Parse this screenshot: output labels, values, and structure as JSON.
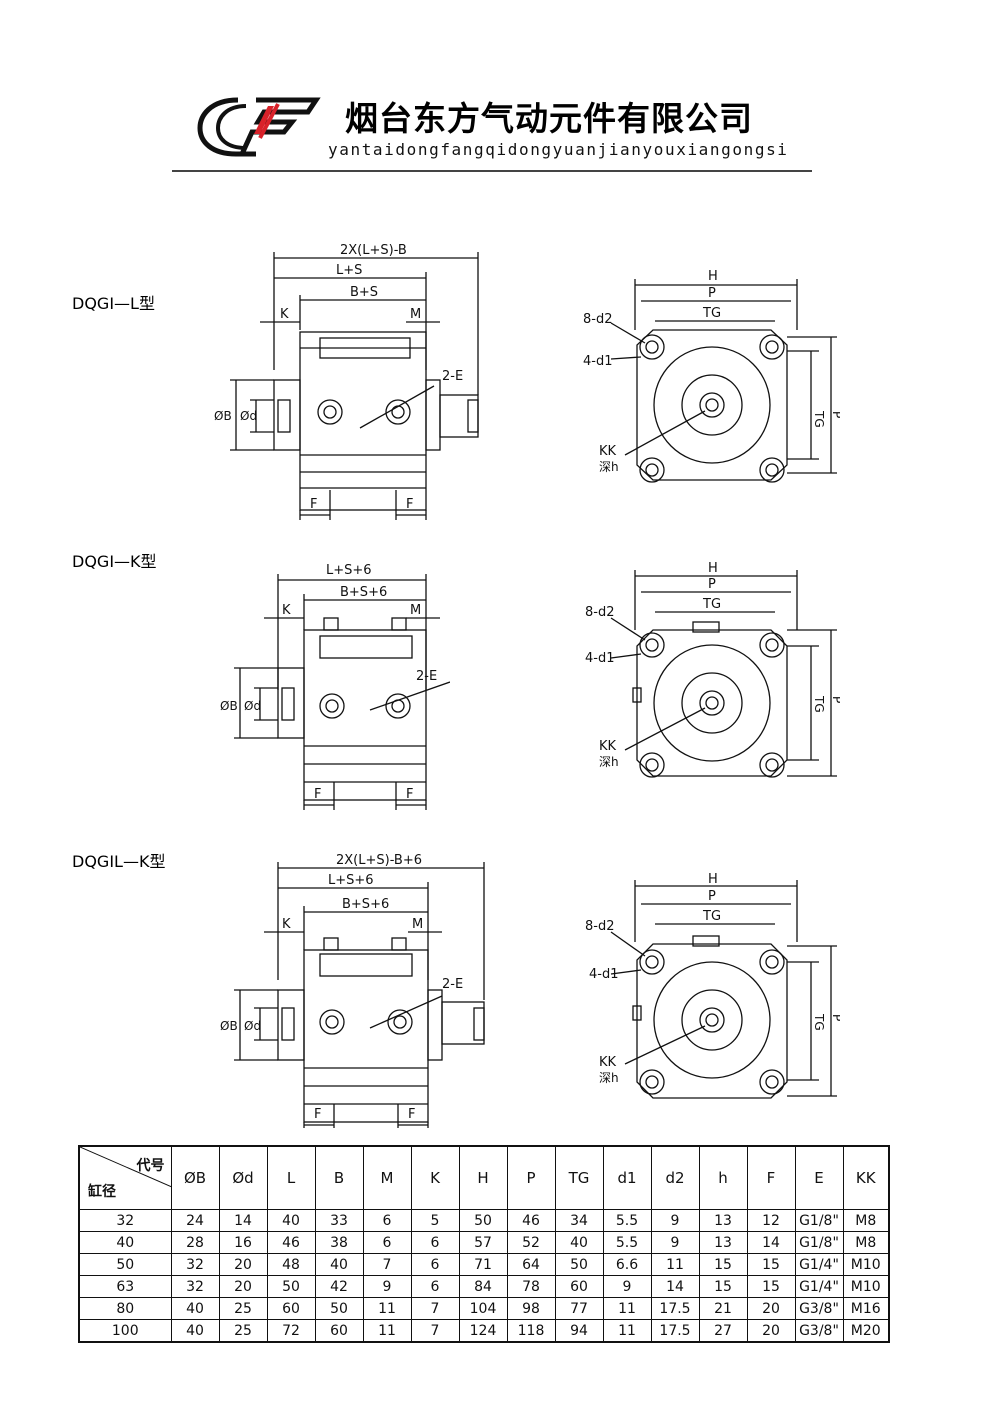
{
  "header": {
    "company_name": "烟台东方气动元件有限公司",
    "company_pinyin": "yantaidongfangqidongyuanjianyouxiangongsi",
    "colors": {
      "logo_red": "#d9222a",
      "line": "#444444"
    }
  },
  "models": [
    {
      "name": "DQGI—L型",
      "side_labels": {
        "overall": "2X(L+S)-B",
        "ls": "L+S",
        "bs": "B+S",
        "k": "K",
        "m": "M",
        "e": "2-E",
        "b": "ØB",
        "d": "Ød",
        "f1": "F",
        "f2": "F"
      },
      "end_labels": {
        "h": "H",
        "p": "P",
        "tg": "TG",
        "d2": "8-d2",
        "d1": "4-d1",
        "kk": "KK",
        "depth": "深h",
        "tg_v": "TG",
        "p_v": "P"
      }
    },
    {
      "name": "DQGI—K型",
      "side_labels": {
        "overall": "",
        "ls": "L+S+6",
        "bs": "B+S+6",
        "k": "K",
        "m": "M",
        "e": "2-E",
        "b": "ØB",
        "d": "Ød",
        "f1": "F",
        "f2": "F"
      },
      "end_labels": {
        "h": "H",
        "p": "P",
        "tg": "TG",
        "d2": "8-d2",
        "d1": "4-d1",
        "kk": "KK",
        "depth": "深h",
        "tg_v": "TG",
        "p_v": "P"
      }
    },
    {
      "name": "DQGIL—K型",
      "side_labels": {
        "overall": "2X(L+S)-B+6",
        "ls": "L+S+6",
        "bs": "B+S+6",
        "k": "K",
        "m": "M",
        "e": "2-E",
        "b": "ØB",
        "d": "Ød",
        "f1": "F",
        "f2": "F"
      },
      "end_labels": {
        "h": "H",
        "p": "P",
        "tg": "TG",
        "d2": "8-d2",
        "d1": "4-d1",
        "kk": "KK",
        "depth": "深h",
        "tg_v": "TG",
        "p_v": "P"
      }
    }
  ],
  "table": {
    "corner_top": "代号",
    "corner_bottom": "缸径",
    "columns": [
      "ØB",
      "Ød",
      "L",
      "B",
      "M",
      "K",
      "H",
      "P",
      "TG",
      "d1",
      "d2",
      "h",
      "F",
      "E",
      "KK"
    ],
    "rows": [
      [
        "32",
        "24",
        "14",
        "40",
        "33",
        "6",
        "5",
        "50",
        "46",
        "34",
        "5.5",
        "9",
        "13",
        "12",
        "G1/8\"",
        "M8"
      ],
      [
        "40",
        "28",
        "16",
        "46",
        "38",
        "6",
        "6",
        "57",
        "52",
        "40",
        "5.5",
        "9",
        "13",
        "14",
        "G1/8\"",
        "M8"
      ],
      [
        "50",
        "32",
        "20",
        "48",
        "40",
        "7",
        "6",
        "71",
        "64",
        "50",
        "6.6",
        "11",
        "15",
        "15",
        "G1/4\"",
        "M10"
      ],
      [
        "63",
        "32",
        "20",
        "50",
        "42",
        "9",
        "6",
        "84",
        "78",
        "60",
        "9",
        "14",
        "15",
        "15",
        "G1/4\"",
        "M10"
      ],
      [
        "80",
        "40",
        "25",
        "60",
        "50",
        "11",
        "7",
        "104",
        "98",
        "77",
        "11",
        "17.5",
        "21",
        "20",
        "G3/8\"",
        "M16"
      ],
      [
        "100",
        "40",
        "25",
        "72",
        "60",
        "11",
        "7",
        "124",
        "118",
        "94",
        "11",
        "17.5",
        "27",
        "20",
        "G3/8\"",
        "M20"
      ]
    ]
  }
}
